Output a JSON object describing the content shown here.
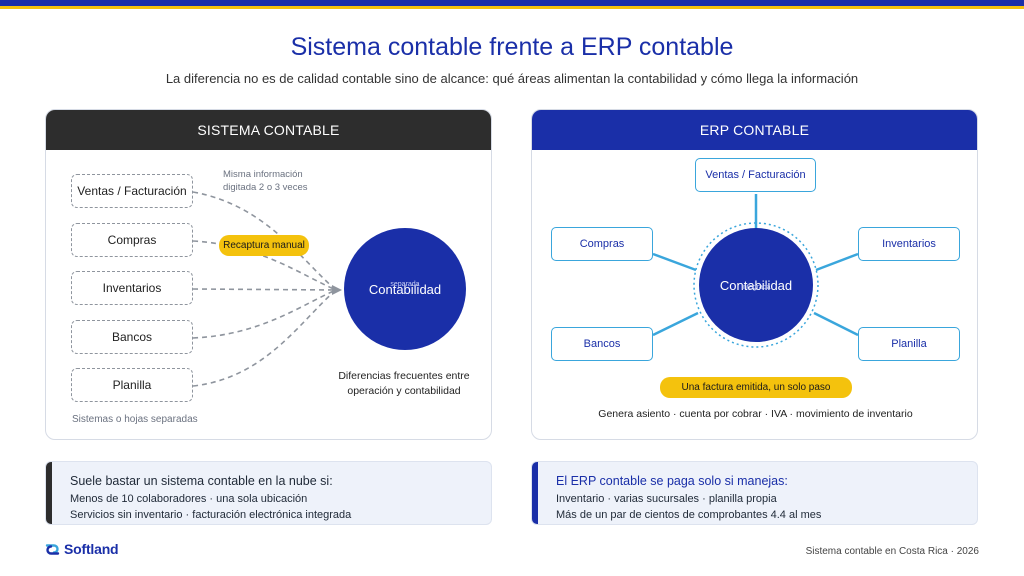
{
  "header": {
    "title": "Sistema contable frente a ERP contable",
    "subtitle": "La diferencia no es de calidad contable sino de alcance: qué áreas alimentan la contabilidad y cómo llega la información"
  },
  "left_panel": {
    "heading": "SISTEMA CONTABLE",
    "sources": [
      "Ventas / Facturación",
      "Compras",
      "Inventarios",
      "Bancos",
      "Planilla"
    ],
    "note": "Misma información digitada 2 o 3 veces",
    "pill": "Recaptura manual",
    "center_label": "Contabilidad",
    "center_sublabel": "separada",
    "caption": "Diferencias frecuentes entre operación y contabilidad",
    "footnote": "Sistemas o hojas separadas"
  },
  "right_panel": {
    "heading": "ERP CONTABLE",
    "modules": [
      "Ventas / Facturación",
      "Compras",
      "Inventarios",
      "Bancos",
      "Planilla"
    ],
    "center_label": "Contabilidad",
    "center_sublabel": "integrada",
    "pill": "Una factura emitida, un solo paso",
    "caption": "Genera asiento · cuenta por cobrar · IVA · movimiento de inventario"
  },
  "callouts": {
    "left": {
      "title": "Suele bastar un sistema contable en la nube si:",
      "lines": [
        "Menos de 10 colaboradores · una sola ubicación",
        "Servicios sin inventario · facturación electrónica integrada"
      ]
    },
    "right": {
      "title": "El ERP contable se paga solo si manejas:",
      "lines": [
        "Inventario · varias sucursales · planilla propia",
        "Más de un par de cientos de comprobantes 4.4 al mes"
      ]
    }
  },
  "footer": {
    "brand": "Softland",
    "right_text": "Sistema contable en Costa Rica · 2026"
  },
  "colors": {
    "brand_blue": "#1a2fa8",
    "accent_yellow": "#f4c20d",
    "line_blue": "#3aa6dc",
    "dark": "#2d2d2d"
  }
}
